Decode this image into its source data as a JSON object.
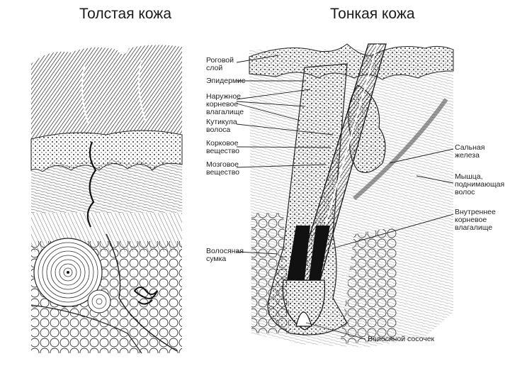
{
  "titles": {
    "thick_skin": "Толстая кожа",
    "thin_skin": "Тонкая кожа"
  },
  "labels": {
    "stratum_corneum": "Роговой\nслой",
    "epidermis": "Эпидермис",
    "outer_root_sheath": "Наружное\nкорневое\nвлагалище",
    "hair_cuticle": "Кутикула\nволоса",
    "cortex": "Корковое\nвещество",
    "medulla": "Мозговое\nвещество",
    "hair_follicle": "Волосяная\nсумка",
    "sebaceous_gland": "Сальная\nжелеза",
    "arrector_pili": "Мышца,\nподнимающая\nволос",
    "inner_root_sheath": "Внутреннее\nкорневое\nвлагалище",
    "hair_papilla": "Волосяной сосочек"
  },
  "colors": {
    "ink": "#1a1a1a",
    "paper": "#ffffff"
  }
}
